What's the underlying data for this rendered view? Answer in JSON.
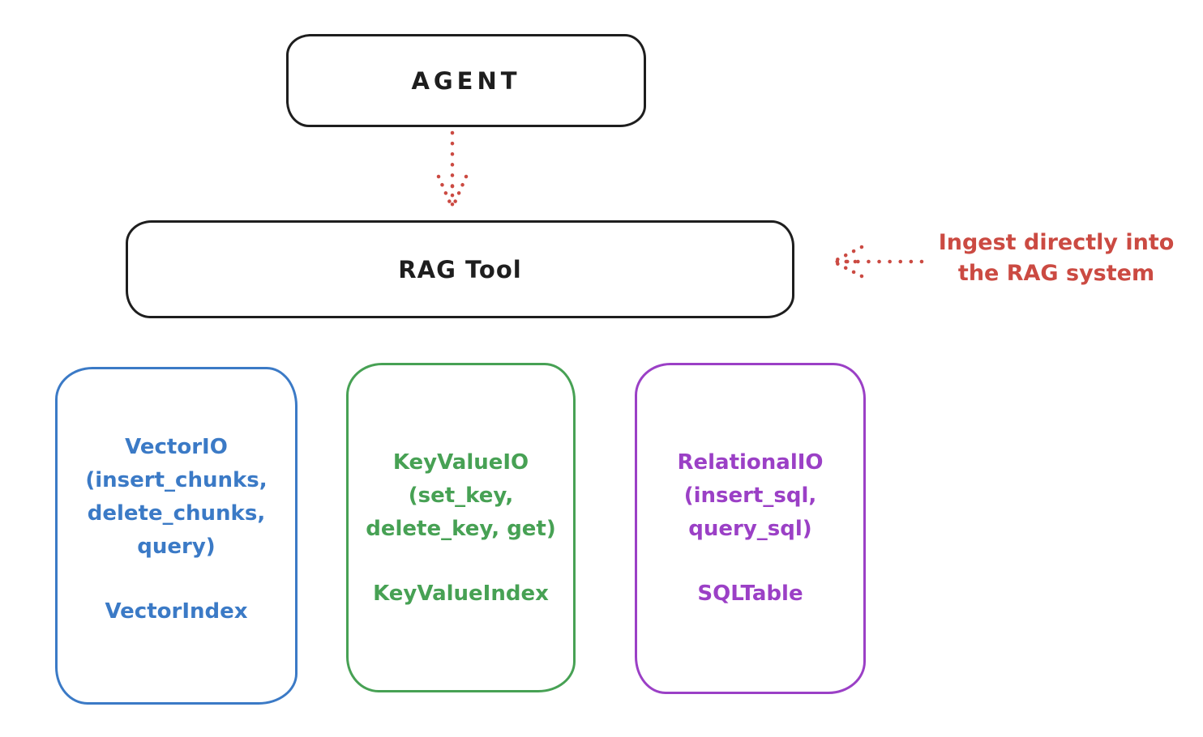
{
  "diagram": {
    "agent": {
      "label": "AGENT"
    },
    "rag_tool": {
      "label": "RAG Tool"
    },
    "annotation": {
      "line1": "Ingest directly into",
      "line2": "the RAG system"
    },
    "backends": [
      {
        "name": "vector",
        "lines": [
          "VectorIO",
          "(insert_chunks,",
          "delete_chunks,",
          "query)"
        ],
        "index_label": "VectorIndex",
        "color": "#3b7ac6"
      },
      {
        "name": "keyvalue",
        "lines": [
          "KeyValueIO",
          "(set_key,",
          "delete_key, get)"
        ],
        "index_label": "KeyValueIndex",
        "color": "#47a154"
      },
      {
        "name": "relational",
        "lines": [
          "RelationalIO",
          "(insert_sql,",
          "query_sql)"
        ],
        "index_label": "SQLTable",
        "color": "#9b40c6"
      }
    ],
    "colors": {
      "stroke": "#1e1e1e",
      "arrow_red": "#cb4a42",
      "background": "#ffffff"
    }
  }
}
